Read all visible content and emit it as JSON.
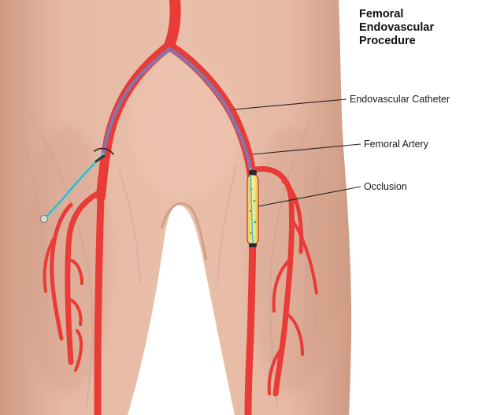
{
  "title": {
    "lines": [
      "Femoral",
      "Endovascular",
      "Procedure"
    ]
  },
  "labels": {
    "catheter": "Endovascular Catheter",
    "artery": "Femoral Artery",
    "occlusion": "Occlusion"
  },
  "colors": {
    "background": "#ffffff",
    "skin": "#e2b39d",
    "skin_shadow": "#c98f78",
    "artery": "#e93b37",
    "artery_dark": "#b8231f",
    "catheter": "#8a73a8",
    "guidewire": "#6fd0d8",
    "occlusion": "#f2df6a",
    "leader_line": "#222222",
    "text": "#111111"
  }
}
